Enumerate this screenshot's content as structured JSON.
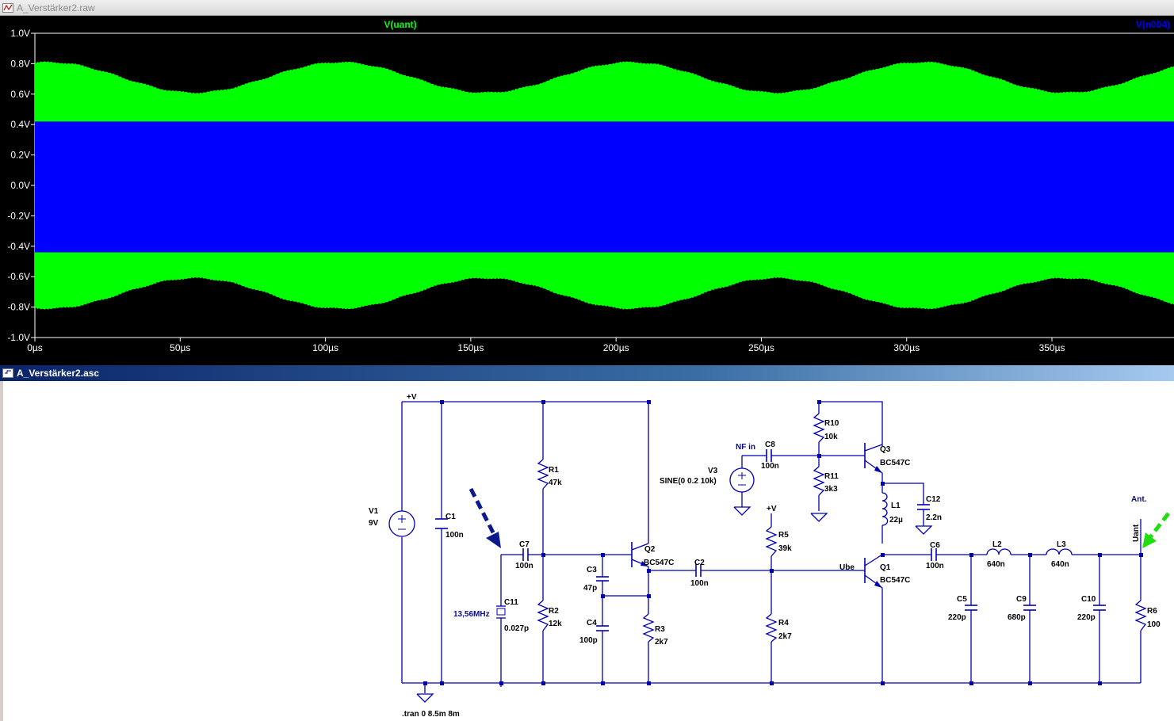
{
  "waveform_window": {
    "title": "A_Verstärker2.raw",
    "trace1_name": "V(uant)",
    "trace2_name": "V(n004)",
    "trace1_color": "#00ff00",
    "trace2_color": "#0000ff",
    "y_ticks": [
      "1.0V",
      "0.8V",
      "0.6V",
      "0.4V",
      "0.2V",
      "0.0V",
      "-0.2V",
      "-0.4V",
      "-0.6V",
      "-0.8V",
      "-1.0V"
    ],
    "x_ticks": [
      "0µs",
      "50µs",
      "100µs",
      "150µs",
      "200µs",
      "250µs",
      "300µs",
      "350µs"
    ]
  },
  "chart_data": {
    "type": "area",
    "series": [
      {
        "name": "V(uant)",
        "color": "#00ff00",
        "envelope_upper_min": 0.61,
        "envelope_upper_max": 0.81,
        "envelope_period_us": 100,
        "envelope_peaks_us": [
          5,
          105,
          205,
          305
        ]
      },
      {
        "name": "V(n004)",
        "color": "#0000ff",
        "envelope_upper": 0.42,
        "envelope_lower": -0.44
      }
    ],
    "xlim": [
      0,
      392
    ],
    "ylim": [
      -1.0,
      1.0
    ],
    "xlabel": "",
    "ylabel": "",
    "grid": false
  },
  "schematic_window": {
    "title": "A_Verstärker2.asc",
    "net_labels": {
      "vplus_top": "+V",
      "vplus_r5": "+V",
      "nf_in": "NF in",
      "ube": "Ube",
      "ant": "Ant.",
      "uant": "Uant"
    },
    "components": {
      "V1": {
        "name": "V1",
        "value": "9V"
      },
      "C1": {
        "name": "C1",
        "value": "100n"
      },
      "C7": {
        "name": "C7",
        "value": "100n"
      },
      "C11": {
        "name": "C11",
        "value": "0.027p",
        "note": "13,56MHz"
      },
      "R1": {
        "name": "R1",
        "value": "47k"
      },
      "R2": {
        "name": "R2",
        "value": "12k"
      },
      "C3": {
        "name": "C3",
        "value": "47p"
      },
      "C4": {
        "name": "C4",
        "value": "100p"
      },
      "Q2": {
        "name": "Q2",
        "value": "BC547C"
      },
      "R3": {
        "name": "R3",
        "value": "2k7"
      },
      "C2": {
        "name": "C2",
        "value": "100n"
      },
      "V3": {
        "name": "V3",
        "value": "SINE(0 0.2 10k)"
      },
      "C8": {
        "name": "C8",
        "value": "100n"
      },
      "R10": {
        "name": "R10",
        "value": "10k"
      },
      "R11": {
        "name": "R11",
        "value": "3k3"
      },
      "R5": {
        "name": "R5",
        "value": "39k"
      },
      "R4": {
        "name": "R4",
        "value": "2k7"
      },
      "Q3": {
        "name": "Q3",
        "value": "BC547C"
      },
      "L1": {
        "name": "L1",
        "value": "22µ"
      },
      "C12": {
        "name": "C12",
        "value": "2.2n"
      },
      "Q1": {
        "name": "Q1",
        "value": "BC547C"
      },
      "C6": {
        "name": "C6",
        "value": "100n"
      },
      "L2": {
        "name": "L2",
        "value": "640n"
      },
      "L3": {
        "name": "L3",
        "value": "640n"
      },
      "C5": {
        "name": "C5",
        "value": "220p"
      },
      "C9": {
        "name": "C9",
        "value": "680p"
      },
      "C10": {
        "name": "C10",
        "value": "220p"
      },
      "R6": {
        "name": "R6",
        "value": "100"
      }
    },
    "directive": ".tran 0 8.5m 8m"
  }
}
